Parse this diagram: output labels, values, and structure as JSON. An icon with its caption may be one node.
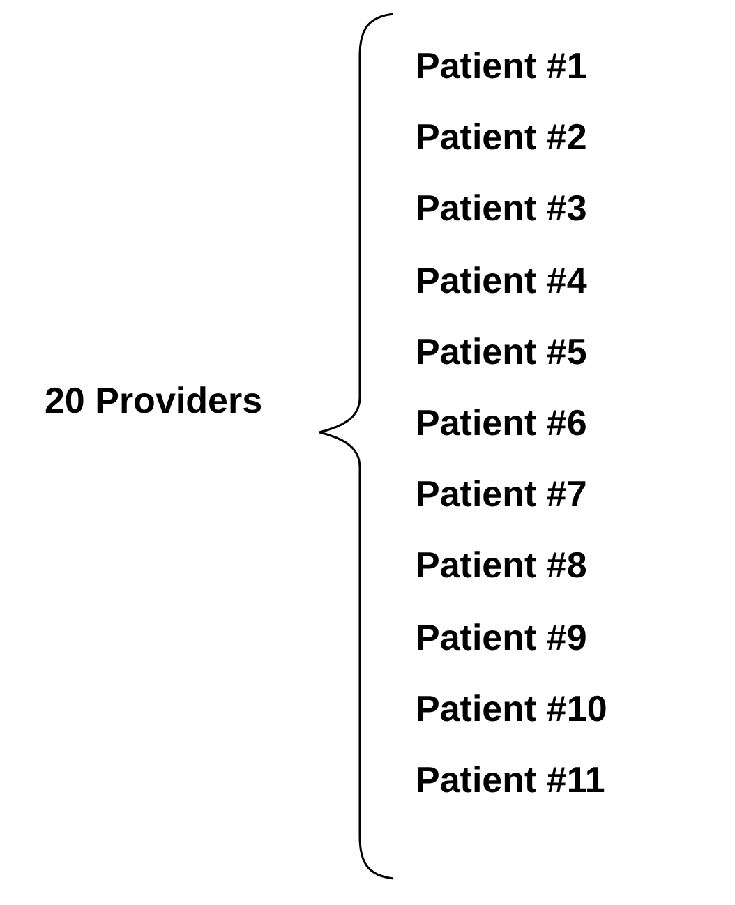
{
  "diagram": {
    "labels": [
      "20 Providers",
      "Patient #1",
      "Patient #2",
      "Patient #3",
      "Patient #4",
      "Patient #5",
      "Patient #6",
      "Patient #7",
      "Patient #8",
      "Patient #9",
      "Patient #10",
      "Patient #11"
    ]
  }
}
